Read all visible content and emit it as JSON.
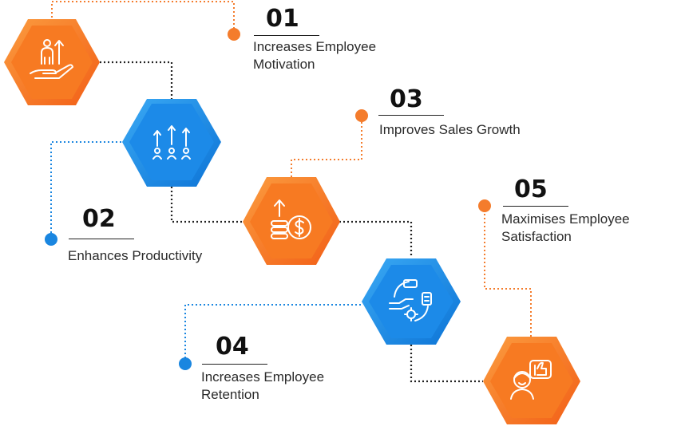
{
  "colors": {
    "orange": "#f5701d",
    "orange_light": "#f99a45",
    "blue": "#1487e6",
    "blue_light": "#3aa6f2",
    "connector_dark": "#222222",
    "dot_orange": "#f47c2c",
    "dot_blue": "#1a86e0"
  },
  "steps": [
    {
      "number": "01",
      "label_line1": "Increases Employee",
      "label_line2": "Motivation",
      "color": "orange",
      "icon": "person-growth-hand-icon"
    },
    {
      "number": "02",
      "label_line1": "Enhances Productivity",
      "label_line2": "",
      "color": "blue",
      "icon": "team-arrows-up-icon"
    },
    {
      "number": "03",
      "label_line1": "Improves Sales Growth",
      "label_line2": "",
      "color": "orange",
      "icon": "dollar-coins-arrow-icon"
    },
    {
      "number": "04",
      "label_line1": "Increases Employee",
      "label_line2": "Retention",
      "color": "blue",
      "icon": "handshake-gear-cycle-icon"
    },
    {
      "number": "05",
      "label_line1": "Maximises Employee",
      "label_line2": "Satisfaction",
      "color": "orange",
      "icon": "happy-person-thumbs-up-icon"
    }
  ]
}
